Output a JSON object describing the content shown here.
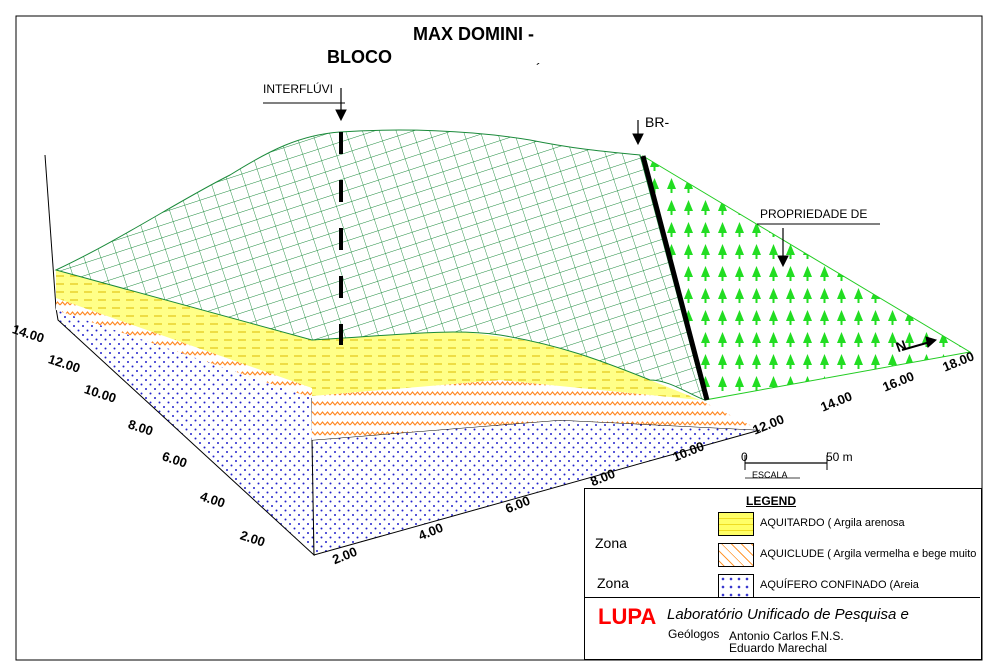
{
  "title": {
    "line1": "MAX DOMINI -",
    "line2": "BLOCO",
    "mark": "´"
  },
  "labels": {
    "interfluvio": "INTERFLÚVI",
    "road": "BR-",
    "property": "PROPRIEDADE DE",
    "north": "N"
  },
  "axes": {
    "left": [
      "14.00",
      "12.00",
      "10.00",
      "8.00",
      "6.00",
      "4.00",
      "2.00"
    ],
    "front": [
      "2.00",
      "4.00",
      "6.00",
      "8.00",
      "10.00"
    ],
    "right": [
      "12.00",
      "14.00",
      "16.00",
      "18.00"
    ]
  },
  "scale": {
    "zero": "0",
    "value": "50 m",
    "label": "ESCALA"
  },
  "legend": {
    "heading": "LEGEND",
    "zone1": "Zona",
    "zone2": "Zona",
    "items": [
      {
        "label": "AQUITARDO ( Argila arenosa",
        "color": "#ffff66"
      },
      {
        "label": "AQUICLUDE ( Argila vermelha e bege muito",
        "color": "#ff9933"
      },
      {
        "label": "AQUÍFERO CONFINADO (Areia",
        "color": "#3333cc"
      }
    ]
  },
  "credits": {
    "logo": "LUPA",
    "lab": "Laboratório Unificado de Pesquisa e",
    "role": "Geólogos",
    "authors": [
      "Antonio Carlos F.N.S.",
      "Eduardo Marechal"
    ]
  },
  "colors": {
    "mesh": "#1a8a3a",
    "trees": "#22dd22",
    "sand": "#ffff66",
    "clay": "#ff9933",
    "dots": "#3333cc"
  }
}
